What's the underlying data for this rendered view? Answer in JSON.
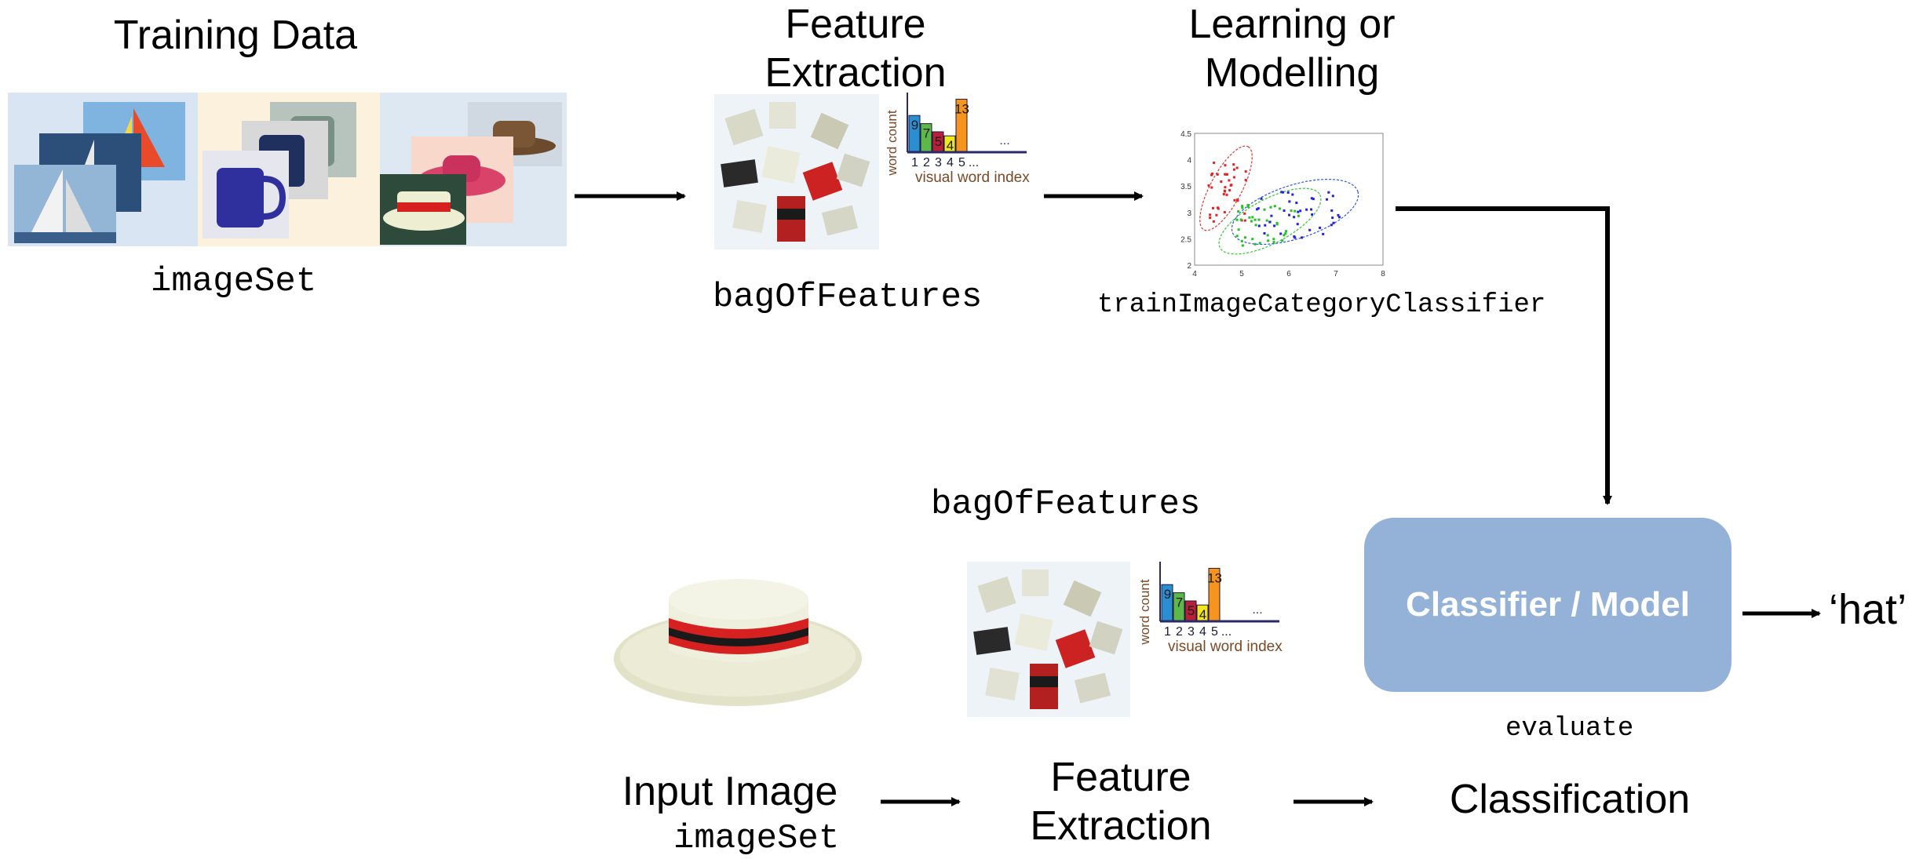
{
  "training": {
    "title": "Training Data",
    "code": "imageSet"
  },
  "top_feature": {
    "title_line1": "Feature",
    "title_line2": "Extraction",
    "code": "bagOfFeatures"
  },
  "learning": {
    "title_line1": "Learning or",
    "title_line2": "Modelling",
    "code": "trainImageCategoryClassifier",
    "scatter_ticks_x": [
      "4",
      "5",
      "6",
      "7",
      "8"
    ],
    "scatter_ticks_y": [
      "2",
      "2.5",
      "3",
      "3.5",
      "4",
      "4.5"
    ]
  },
  "histogram": {
    "ylabel": "word count",
    "xlabel": "visual word index",
    "bar_values": [
      9,
      7,
      5,
      4,
      13
    ],
    "bar_labels": [
      "9",
      "7",
      "5",
      "4",
      "13"
    ],
    "x_ticks": [
      "1",
      "2",
      "3",
      "4",
      "5",
      "..."
    ],
    "more": "...",
    "colors": [
      "#2a8fd0",
      "#5cb848",
      "#b8203a",
      "#f2e61c",
      "#f7941d"
    ]
  },
  "bottom_feature": {
    "code": "bagOfFeatures",
    "title_line1": "Feature",
    "title_line2": "Extraction"
  },
  "input": {
    "title": "Input Image",
    "code": "imageSet"
  },
  "classifier": {
    "label": "Classifier / Model",
    "code": "evaluate",
    "title": "Classification",
    "color": "#94b1d7"
  },
  "output": {
    "label": "‘hat’"
  }
}
